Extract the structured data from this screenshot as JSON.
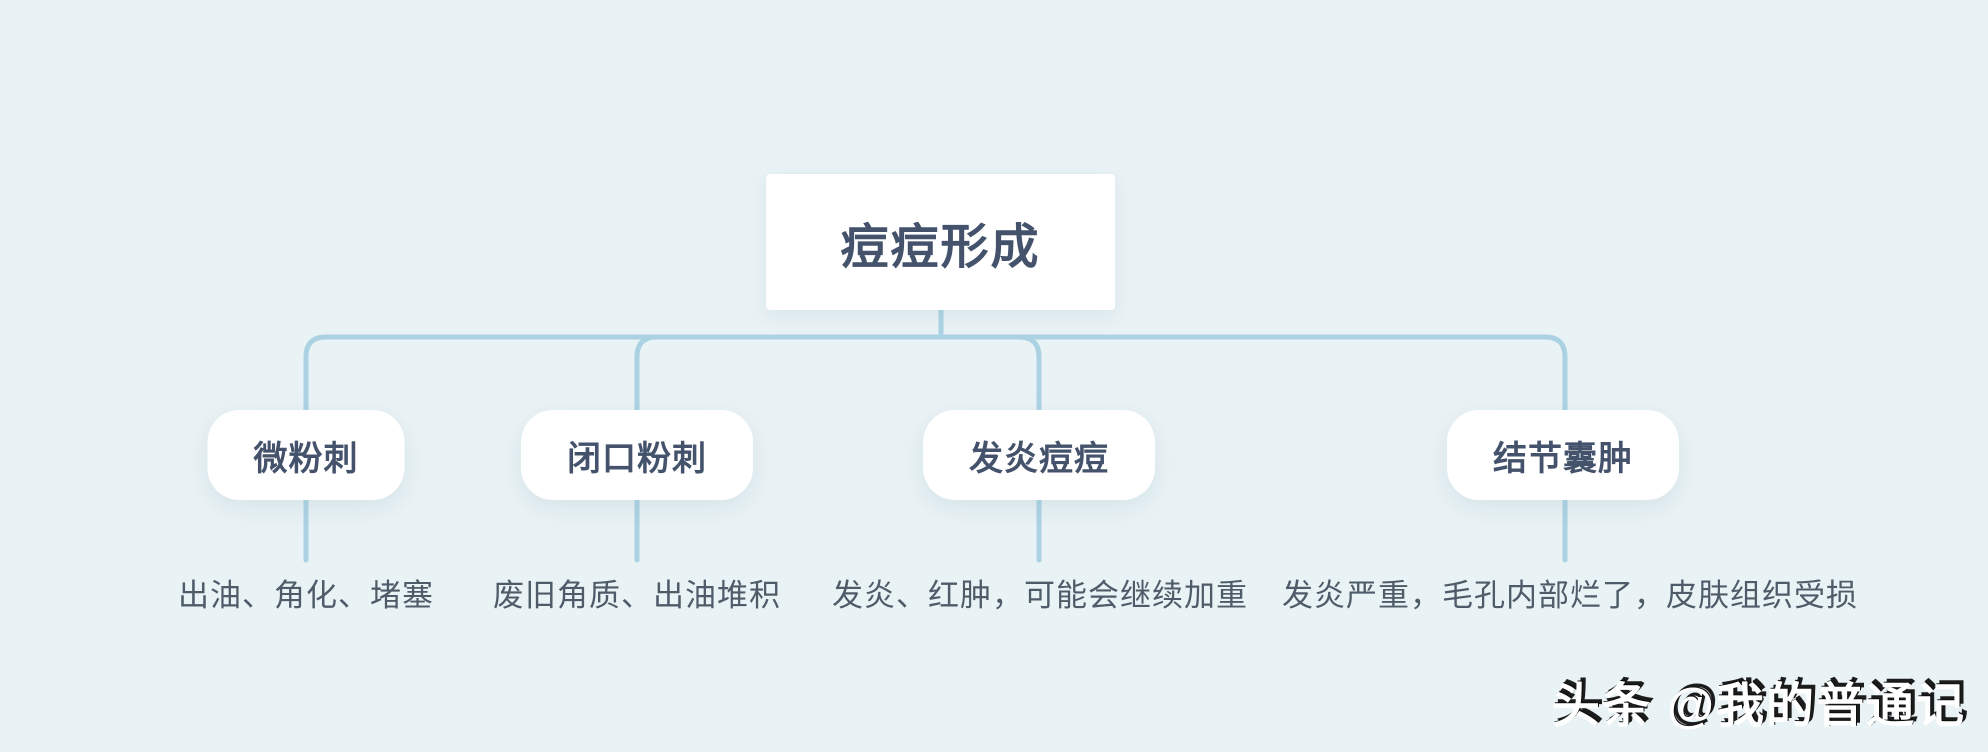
{
  "colors": {
    "background": "#e9f2f5",
    "connector": "#aad2e3",
    "node_background": "#ffffff",
    "node_text": "#44536b",
    "note_text": "#4e5c6a"
  },
  "root": {
    "label": "痘痘形成"
  },
  "branches": [
    {
      "label": "微粉刺",
      "note": "出油、角化、堵塞"
    },
    {
      "label": "闭口粉刺",
      "note": "废旧角质、出油堆积"
    },
    {
      "label": "发炎痘痘",
      "note": "发炎、红肿，可能会继续加重"
    },
    {
      "label": "结节囊肿",
      "note": "发炎严重，毛孔内部烂了，皮肤组织受损"
    }
  ],
  "watermark": {
    "text": "头条 @我的普通记"
  }
}
